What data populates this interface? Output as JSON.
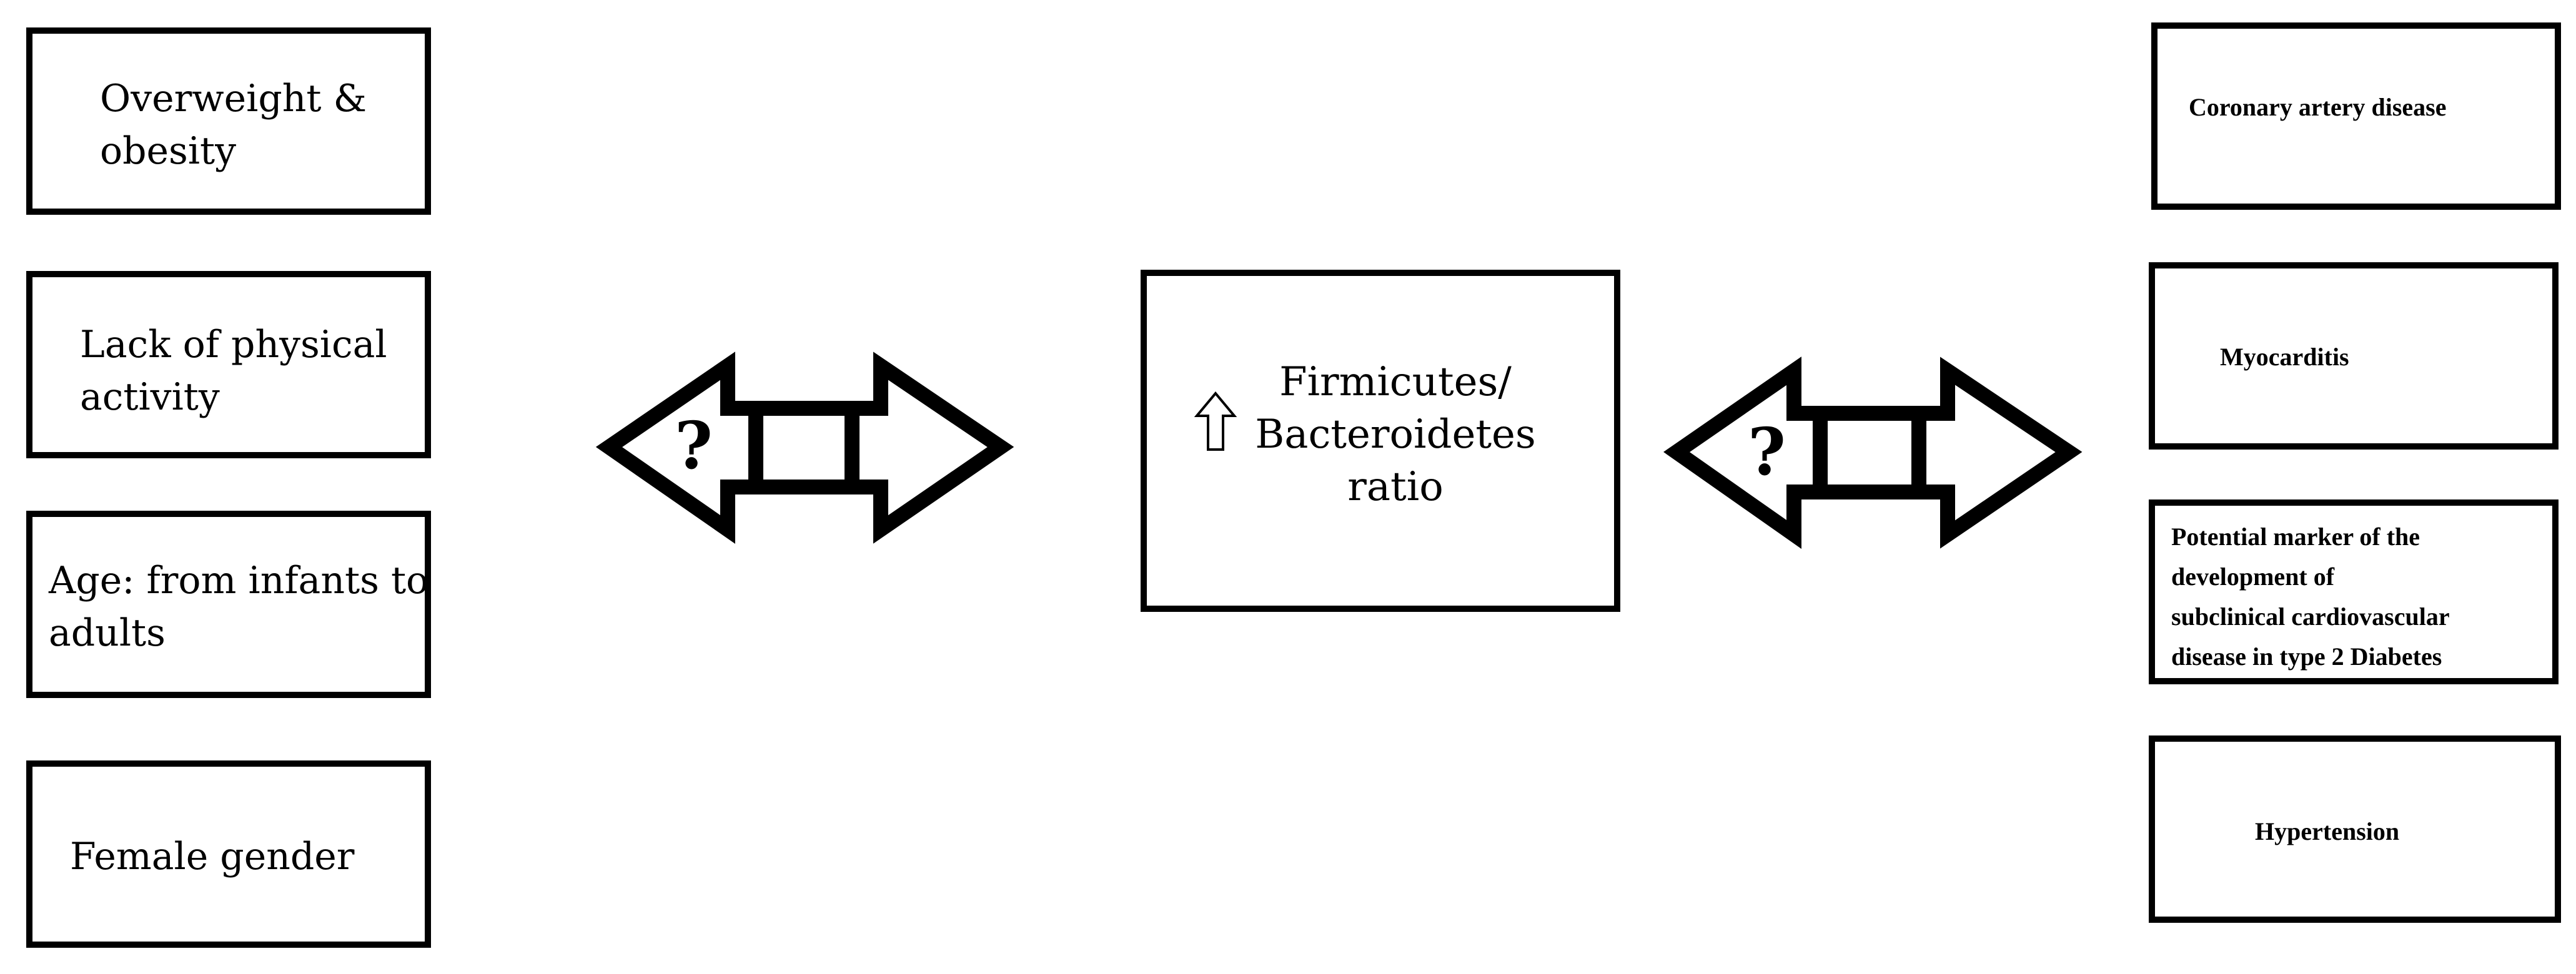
{
  "left_factors": [
    "Overweight &\nobesity",
    "Lack of physical\nactivity",
    "Age: from infants to\nadults",
    "Female gender"
  ],
  "center": {
    "text": "Firmicutes/\nBacteroidetes\nratio",
    "direction_icon": "up-arrow-icon"
  },
  "arrows": {
    "left_mark": "?",
    "right_mark": "?"
  },
  "right_outcomes": [
    "Coronary artery disease",
    "Myocarditis",
    "Potential marker of the\ndevelopment of\nsubclinical cardiovascular\ndisease in type 2 Diabetes",
    "Hypertension"
  ]
}
